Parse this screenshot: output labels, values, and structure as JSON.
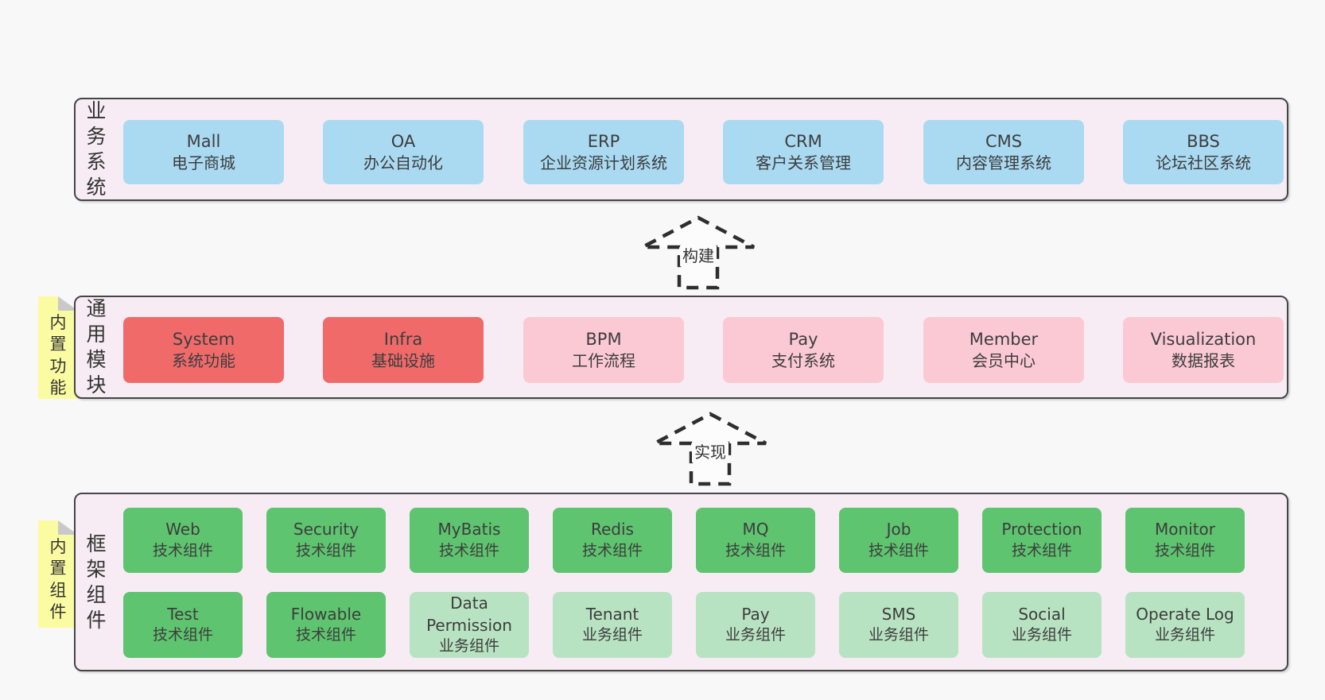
{
  "colors": {
    "page_bg": "#f8f8f8",
    "band_bg": "#f7ecf4",
    "band_border": "#454545",
    "blue": "#aadaf2",
    "red": "#f06a6a",
    "pink": "#fbc9d4",
    "green_dark": "#5ec46f",
    "green_light": "#b8e3c2",
    "sticky_yellow": "#fbfba1",
    "sticky_fold": "#c9c9c9",
    "arrow_dash": "#2e2e2e",
    "text": "#3d3d3d"
  },
  "bands": {
    "business": {
      "label": "业务系统",
      "boxes": [
        {
          "name": "Mall",
          "desc": "电子商城",
          "tone": "blue"
        },
        {
          "name": "OA",
          "desc": "办公自动化",
          "tone": "blue"
        },
        {
          "name": "ERP",
          "desc": "企业资源计划系统",
          "tone": "blue"
        },
        {
          "name": "CRM",
          "desc": "客户关系管理",
          "tone": "blue"
        },
        {
          "name": "CMS",
          "desc": "内容管理系统",
          "tone": "blue"
        },
        {
          "name": "BBS",
          "desc": "论坛社区系统",
          "tone": "blue"
        }
      ]
    },
    "modules": {
      "label": "通用模块",
      "sticky": "内置功能",
      "boxes": [
        {
          "name": "System",
          "desc": "系统功能",
          "tone": "red"
        },
        {
          "name": "Infra",
          "desc": "基础设施",
          "tone": "red"
        },
        {
          "name": "BPM",
          "desc": "工作流程",
          "tone": "pink"
        },
        {
          "name": "Pay",
          "desc": "支付系统",
          "tone": "pink"
        },
        {
          "name": "Member",
          "desc": "会员中心",
          "tone": "pink"
        },
        {
          "name": "Visualization",
          "desc": "数据报表",
          "tone": "pink"
        }
      ]
    },
    "components": {
      "label": "框架组件",
      "sticky": "内置组件",
      "rows": [
        [
          {
            "name": "Web",
            "desc": "技术组件",
            "tone": "green_dark"
          },
          {
            "name": "Security",
            "desc": "技术组件",
            "tone": "green_dark"
          },
          {
            "name": "MyBatis",
            "desc": "技术组件",
            "tone": "green_dark"
          },
          {
            "name": "Redis",
            "desc": "技术组件",
            "tone": "green_dark"
          },
          {
            "name": "MQ",
            "desc": "技术组件",
            "tone": "green_dark"
          },
          {
            "name": "Job",
            "desc": "技术组件",
            "tone": "green_dark"
          },
          {
            "name": "Protection",
            "desc": "技术组件",
            "tone": "green_dark"
          },
          {
            "name": "Monitor",
            "desc": "技术组件",
            "tone": "green_dark"
          }
        ],
        [
          {
            "name": "Test",
            "desc": "技术组件",
            "tone": "green_dark"
          },
          {
            "name": "Flowable",
            "desc": "技术组件",
            "tone": "green_dark"
          },
          {
            "name": "Data Permission",
            "desc": "业务组件",
            "tone": "green_light"
          },
          {
            "name": "Tenant",
            "desc": "业务组件",
            "tone": "green_light"
          },
          {
            "name": "Pay",
            "desc": "业务组件",
            "tone": "green_light"
          },
          {
            "name": "SMS",
            "desc": "业务组件",
            "tone": "green_light"
          },
          {
            "name": "Social",
            "desc": "业务组件",
            "tone": "green_light"
          },
          {
            "name": "Operate Log",
            "desc": "业务组件",
            "tone": "green_light"
          }
        ]
      ]
    }
  },
  "arrows": [
    {
      "label": "构建"
    },
    {
      "label": "实现"
    }
  ]
}
